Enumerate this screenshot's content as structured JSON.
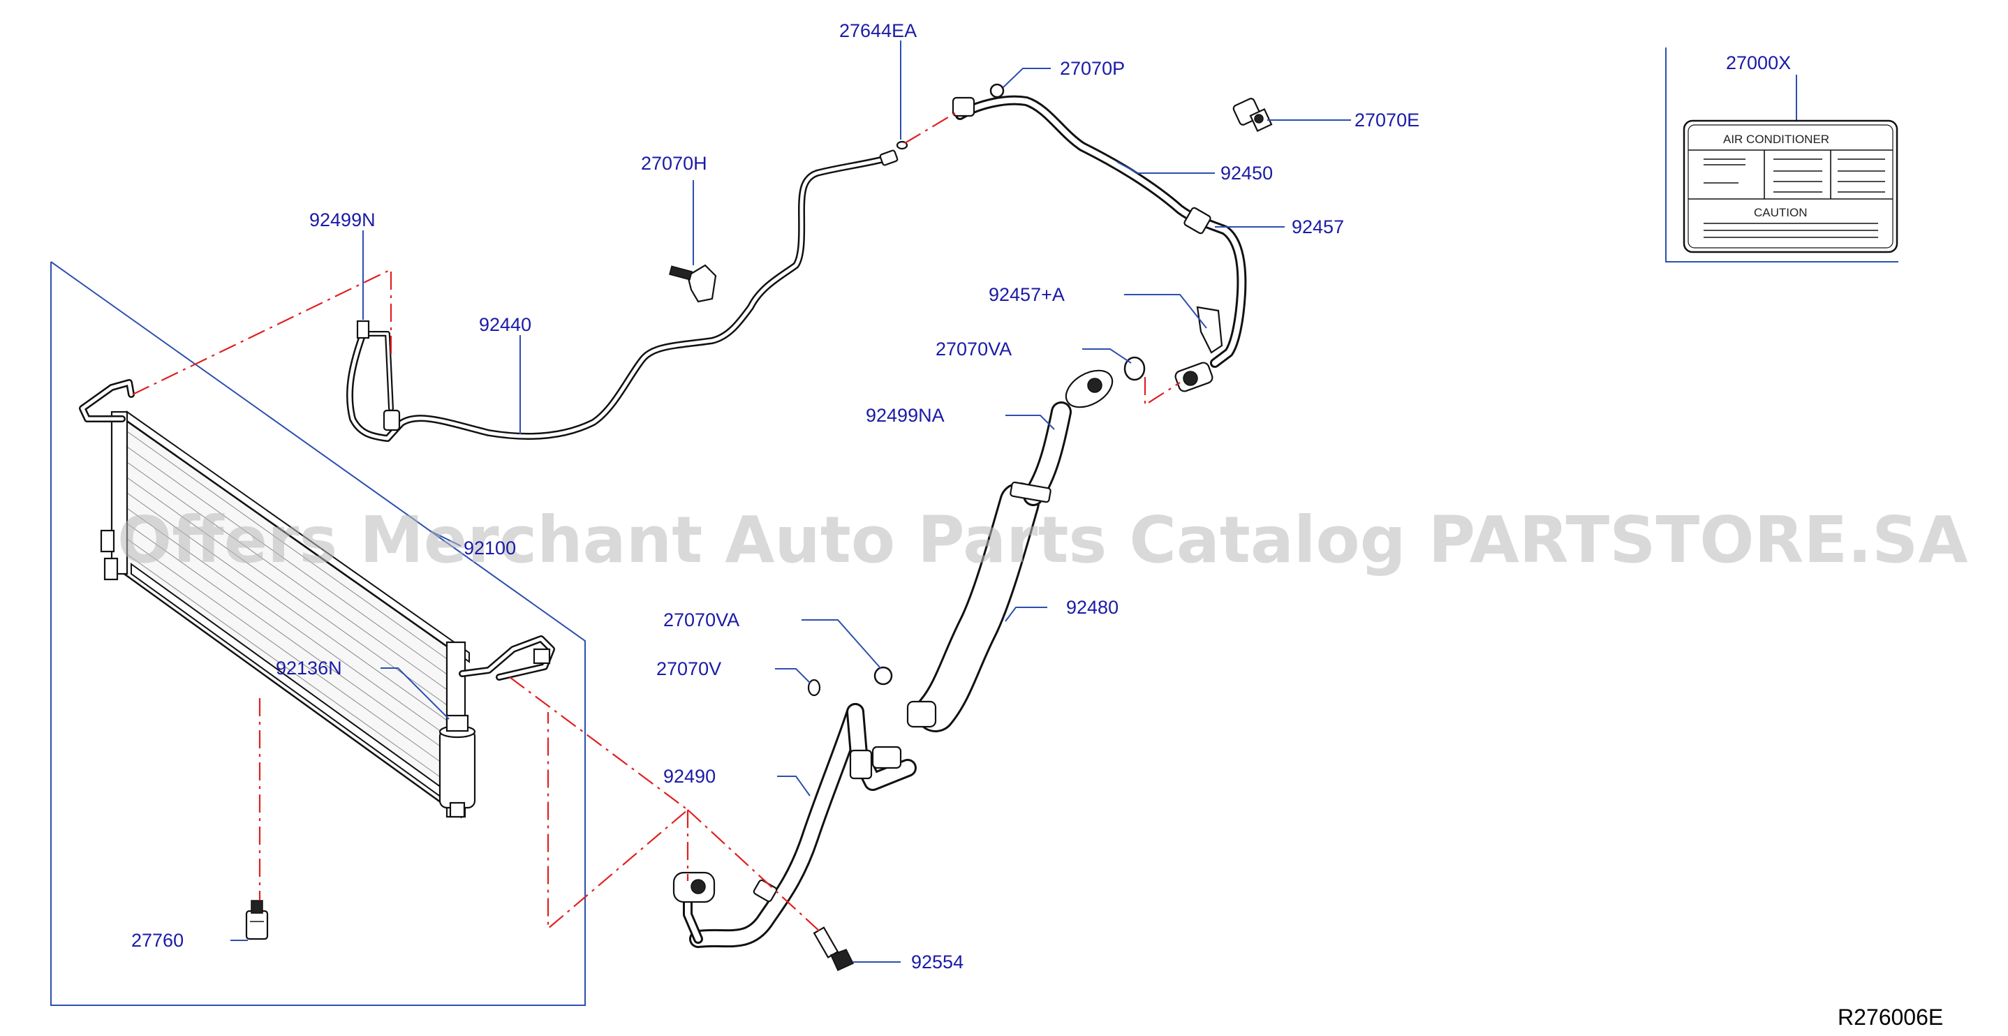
{
  "diagram_code": "R276006E",
  "watermark": "Offers Merchant Auto Parts Catalog PARTSTORE.SA",
  "parts": {
    "p27644EA": "27644EA",
    "p27070P": "27070P",
    "p27070E": "27070E",
    "p92450": "92450",
    "p92457": "92457",
    "p27070H": "27070H",
    "p92499N": "92499N",
    "p92440": "92440",
    "p92457A": "92457+A",
    "p27070VA_top": "27070VA",
    "p92499NA": "92499NA",
    "p92100": "92100",
    "p92480": "92480",
    "p27070VA_mid": "27070VA",
    "p92136N": "92136N",
    "p27070V": "27070V",
    "p92490": "92490",
    "p27760": "27760",
    "p92554": "92554",
    "p27000X": "27000X"
  },
  "ac_label": {
    "title": "AIR    CONDITIONER",
    "caution": "CAUTION"
  },
  "colors": {
    "leader": "#2b4fb0",
    "label": "#1a1aa8",
    "centerline": "#e02020",
    "outline": "#111111"
  }
}
